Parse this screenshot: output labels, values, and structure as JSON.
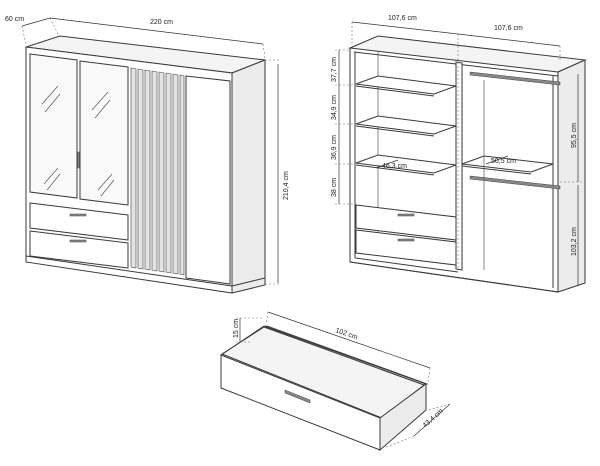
{
  "dimensions": {
    "depth": "60 cm",
    "width": "220 cm",
    "height": "210,4 cm",
    "left_section_width": "107,6 cm",
    "right_section_width": "107,6 cm",
    "shelf_1": "37,7 cm",
    "shelf_2": "34,9 cm",
    "shelf_3": "36,9 cm",
    "shelf_4": "38 cm",
    "shelf_depth_left": "46,3 cm",
    "shelf_depth_right": "50,5 cm",
    "upper_compartment": "95,5 cm",
    "lower_compartment": "103,2 cm",
    "drawer_height": "15 cm",
    "drawer_width": "102 cm",
    "drawer_depth": "43,4 cm"
  }
}
